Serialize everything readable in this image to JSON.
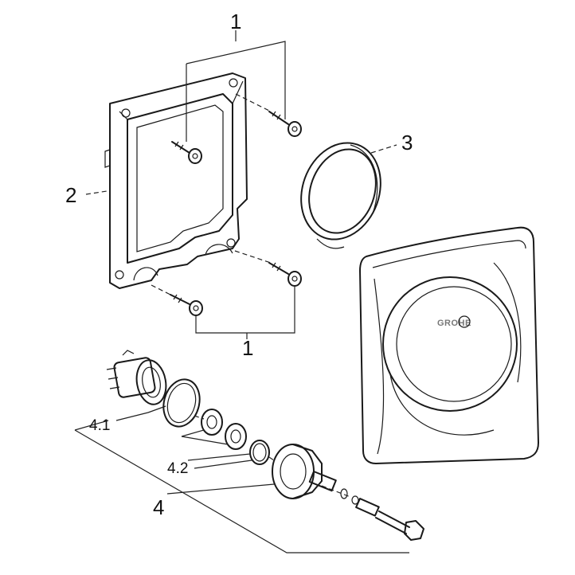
{
  "callouts": {
    "c1_top": "1",
    "c1_bottom": "1",
    "c2": "2",
    "c3": "3",
    "c4": "4",
    "c4_1": "4.1",
    "c4_2": "4.2"
  },
  "cover_plate": {
    "logo_text": "GROHE"
  }
}
